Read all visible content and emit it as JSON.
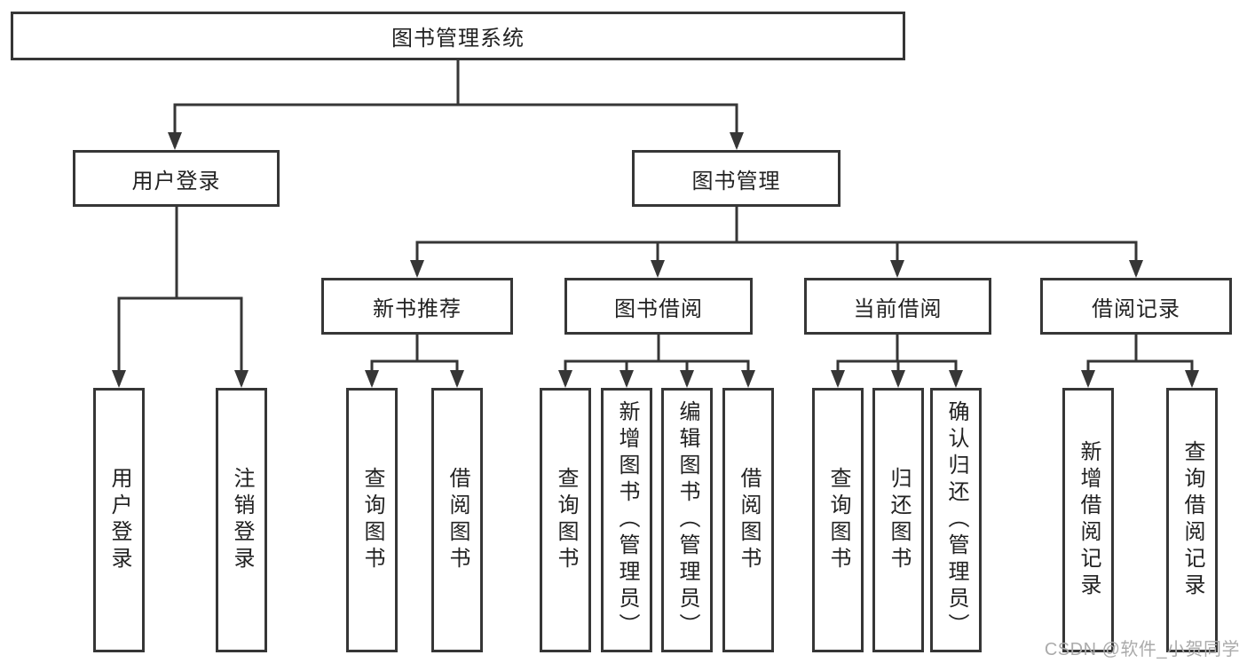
{
  "nodes": {
    "root": "图书管理系统",
    "user_login": "用户登录",
    "book_management": "图书管理",
    "new_book_recommend": "新书推荐",
    "book_borrow": "图书借阅",
    "current_borrow": "当前借阅",
    "borrow_record": "借阅记录",
    "user_login_leaf": "用户登录",
    "logout_login": "注销登录",
    "nbr_query_book": "查询图书",
    "nbr_borrow_book": "借阅图书",
    "bb_query_book": "查询图书",
    "bb_add_book": "新增图书（管理员）",
    "bb_edit_book": "编辑图书（管理员）",
    "bb_borrow_book": "借阅图书",
    "cb_query_book": "查询图书",
    "cb_return_book": "归还图书",
    "cb_confirm_return": "确认归还（管理员）",
    "br_add_record": "新增借阅记录",
    "br_query_record": "查询借阅记录"
  },
  "watermark": "CSDN @软件_小贺同学",
  "colors": {
    "line": "#363636",
    "text": "#222222",
    "watermark": "#ababab"
  }
}
